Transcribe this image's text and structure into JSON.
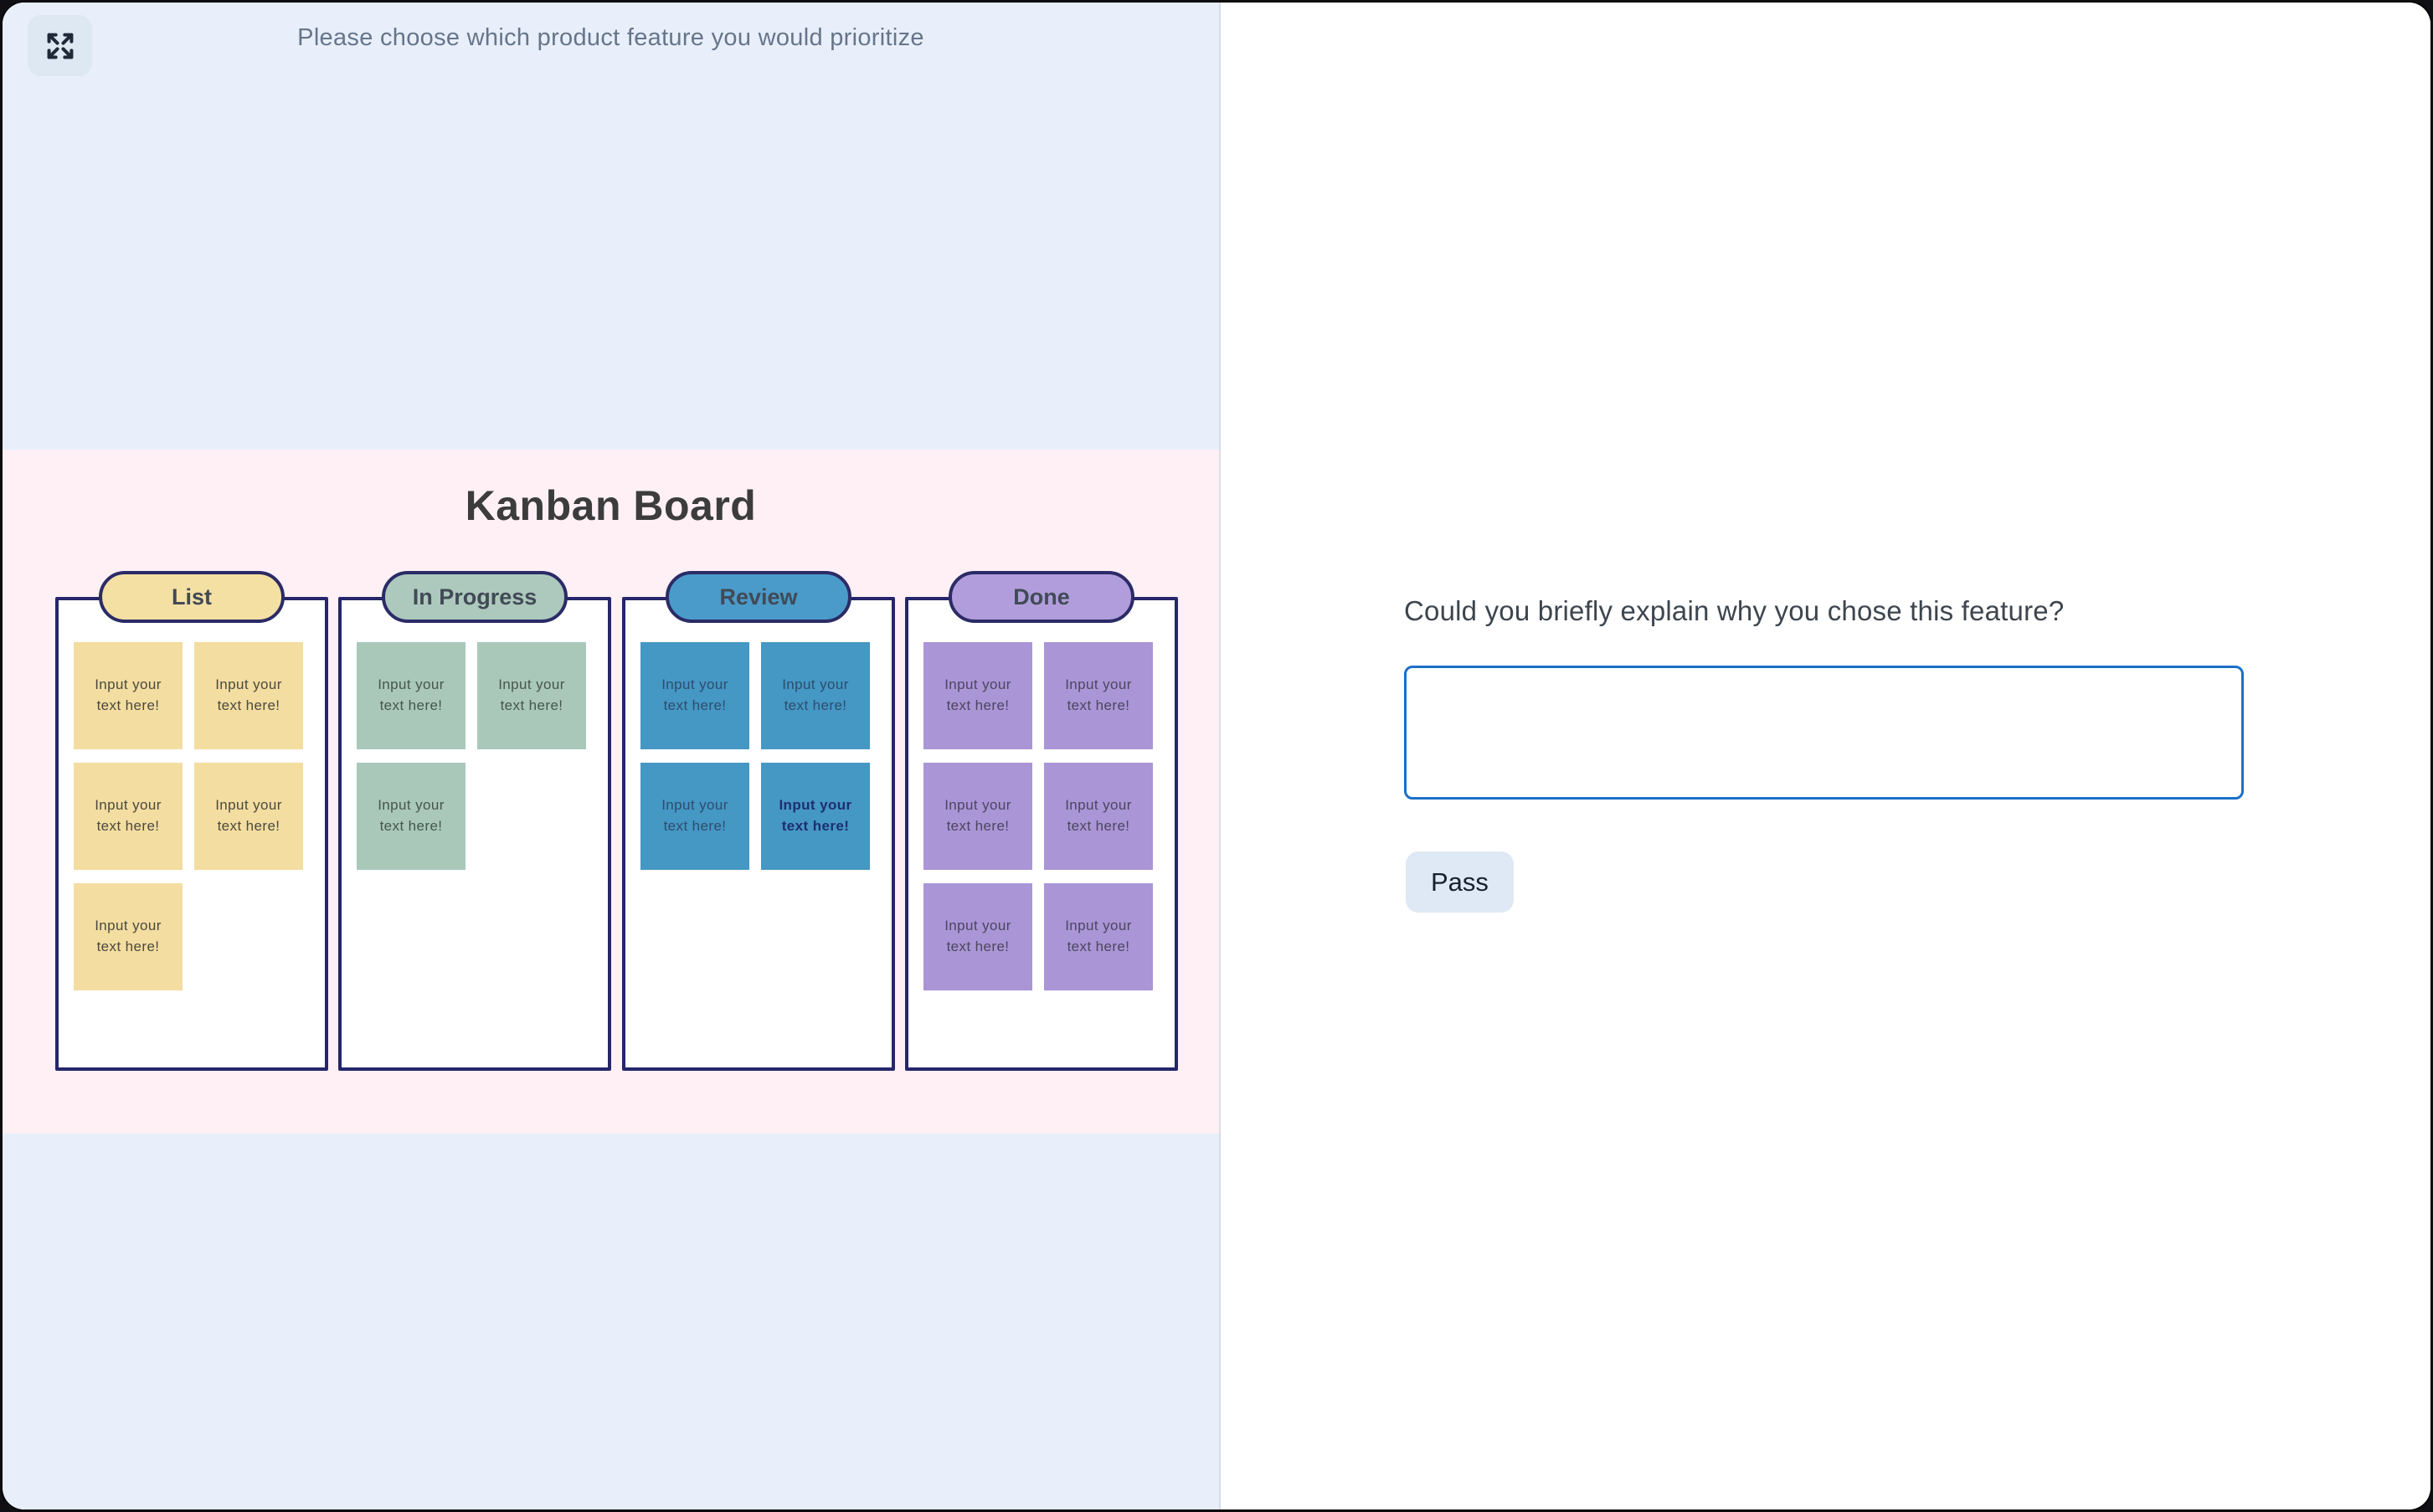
{
  "left_panel": {
    "prompt": "Please choose which product feature you would prioritize",
    "expand_button": {
      "icon": "expand-arrows-icon"
    },
    "board": {
      "title": "Kanban Board",
      "card_text_default": "Input your text here!",
      "columns": [
        {
          "name": "List",
          "pill_color": "#f5e0a4",
          "card_color": "#f3dda0",
          "text_color": "#4b4a40",
          "cards": [
            {
              "text": "Input your text here!"
            },
            {
              "text": "Input your text here!"
            },
            {
              "text": "Input your text here!"
            },
            {
              "text": "Input your text here!"
            },
            {
              "text": "Input your text here!"
            }
          ]
        },
        {
          "name": "In Progress",
          "pill_color": "#adc9bd",
          "card_color": "#a9c8ba",
          "text_color": "#47554f",
          "cards": [
            {
              "text": "Input your text here!"
            },
            {
              "text": "Input your text here!"
            },
            {
              "text": "Input your text here!"
            }
          ]
        },
        {
          "name": "Review",
          "pill_color": "#4a9bc9",
          "card_color": "#4597c4",
          "text_color": "#2d4d6e",
          "emphasis_text_color": "#1d2f6e",
          "cards": [
            {
              "text": "Input your text here!"
            },
            {
              "text": "Input your text here!"
            },
            {
              "text": "Input your text here!"
            },
            {
              "text": "Input your text here!",
              "emphasis": true
            }
          ]
        },
        {
          "name": "Done",
          "pill_color": "#b19ddc",
          "card_color": "#aa95d6",
          "text_color": "#4c4660",
          "cards": [
            {
              "text": "Input your text here!"
            },
            {
              "text": "Input your text here!"
            },
            {
              "text": "Input your text here!"
            },
            {
              "text": "Input your text here!"
            },
            {
              "text": "Input your text here!"
            },
            {
              "text": "Input your text here!"
            }
          ]
        }
      ]
    }
  },
  "right_panel": {
    "question": "Could you briefly explain why you chose this feature?",
    "answer_input": {
      "value": "",
      "placeholder": ""
    },
    "pass_button_label": "Pass"
  },
  "colors": {
    "left_background": "#e8effa",
    "board_background": "#fff0f6",
    "column_border": "#26266b",
    "textarea_border": "#1b70c8",
    "pass_button_background": "#dfe9f5"
  },
  "layout_meta": {
    "column_x_positions": [
      63,
      401,
      740,
      1078
    ]
  }
}
